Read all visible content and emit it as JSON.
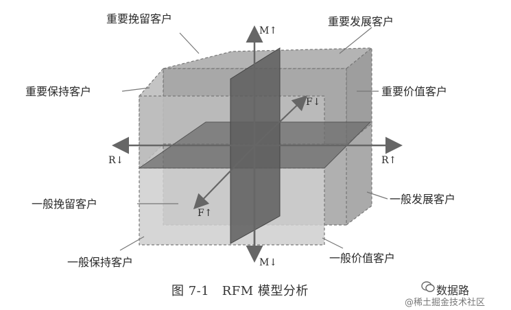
{
  "segments": {
    "important_retain": "重要挽留客户",
    "important_develop": "重要发展客户",
    "important_keep": "重要保持客户",
    "important_value": "重要价值客户",
    "general_retain": "一般挽留客户",
    "general_develop": "一般发展客户",
    "general_keep": "一般保持客户",
    "general_value": "一般价值客户"
  },
  "axes": {
    "m_up": "M↑",
    "m_down": "M↓",
    "f_down": "F↓",
    "f_up": "F↑",
    "r_down": "R↓",
    "r_up": "R↑"
  },
  "caption": "图 7-1　RFM 模型分析",
  "watermark": {
    "account": "数据路",
    "site": "@稀土掘金技术社区"
  }
}
